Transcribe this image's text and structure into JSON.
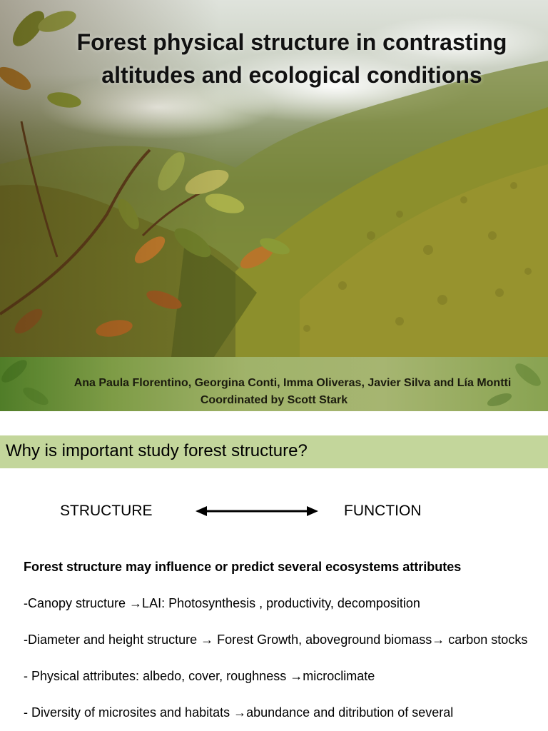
{
  "slide1": {
    "title_lines": [
      "Forest physical structure in contrasting",
      "altitudes and ecological conditions"
    ],
    "authors_line": "Ana Paula Florentino, Georgina Conti, Imma Oliveras, Javier Silva and Lía Montti",
    "coordinator_line": "Coordinated by Scott Stark",
    "photo": "cloud-forest-valley-with-leaves"
  },
  "slide2": {
    "heading": "Why is important study forest structure?",
    "diagram": {
      "left_label": "STRUCTURE",
      "right_label": "FUNCTION",
      "arrow_icon": "double-arrow-icon"
    },
    "lead": "Forest structure may influence or predict several ecosystems attributes",
    "points": [
      "-Canopy structure →LAI: Photosynthesis , productivity, decomposition",
      "-Diameter and height structure → Forest Growth, aboveground biomass→ carbon stocks",
      "- Physical attributes: albedo, cover, roughness  →microclimate",
      "- Diversity of microsites and habitats →abundance and ditribution of several"
    ]
  },
  "colors": {
    "header_bar": "#c3d69b",
    "author_band": "#a3b56d"
  }
}
